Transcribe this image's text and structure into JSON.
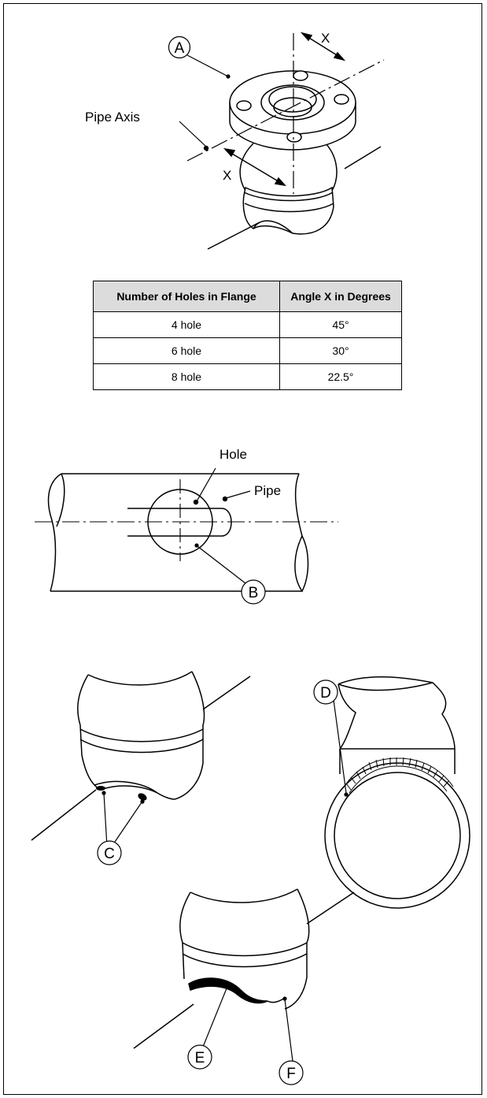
{
  "labels": {
    "callout_a": "A",
    "callout_b": "B",
    "callout_c": "C",
    "callout_d": "D",
    "callout_e": "E",
    "callout_f": "F",
    "pipe_axis": "Pipe Axis",
    "angle_x_top": "X",
    "angle_x_bottom": "X",
    "hole": "Hole",
    "pipe": "Pipe"
  },
  "table": {
    "headers": [
      "Number of Holes in Flange",
      "Angle X in Degrees"
    ],
    "rows": [
      [
        "4 hole",
        "45°"
      ],
      [
        "6 hole",
        "30°"
      ],
      [
        "8 hole",
        "22.5°"
      ]
    ]
  }
}
